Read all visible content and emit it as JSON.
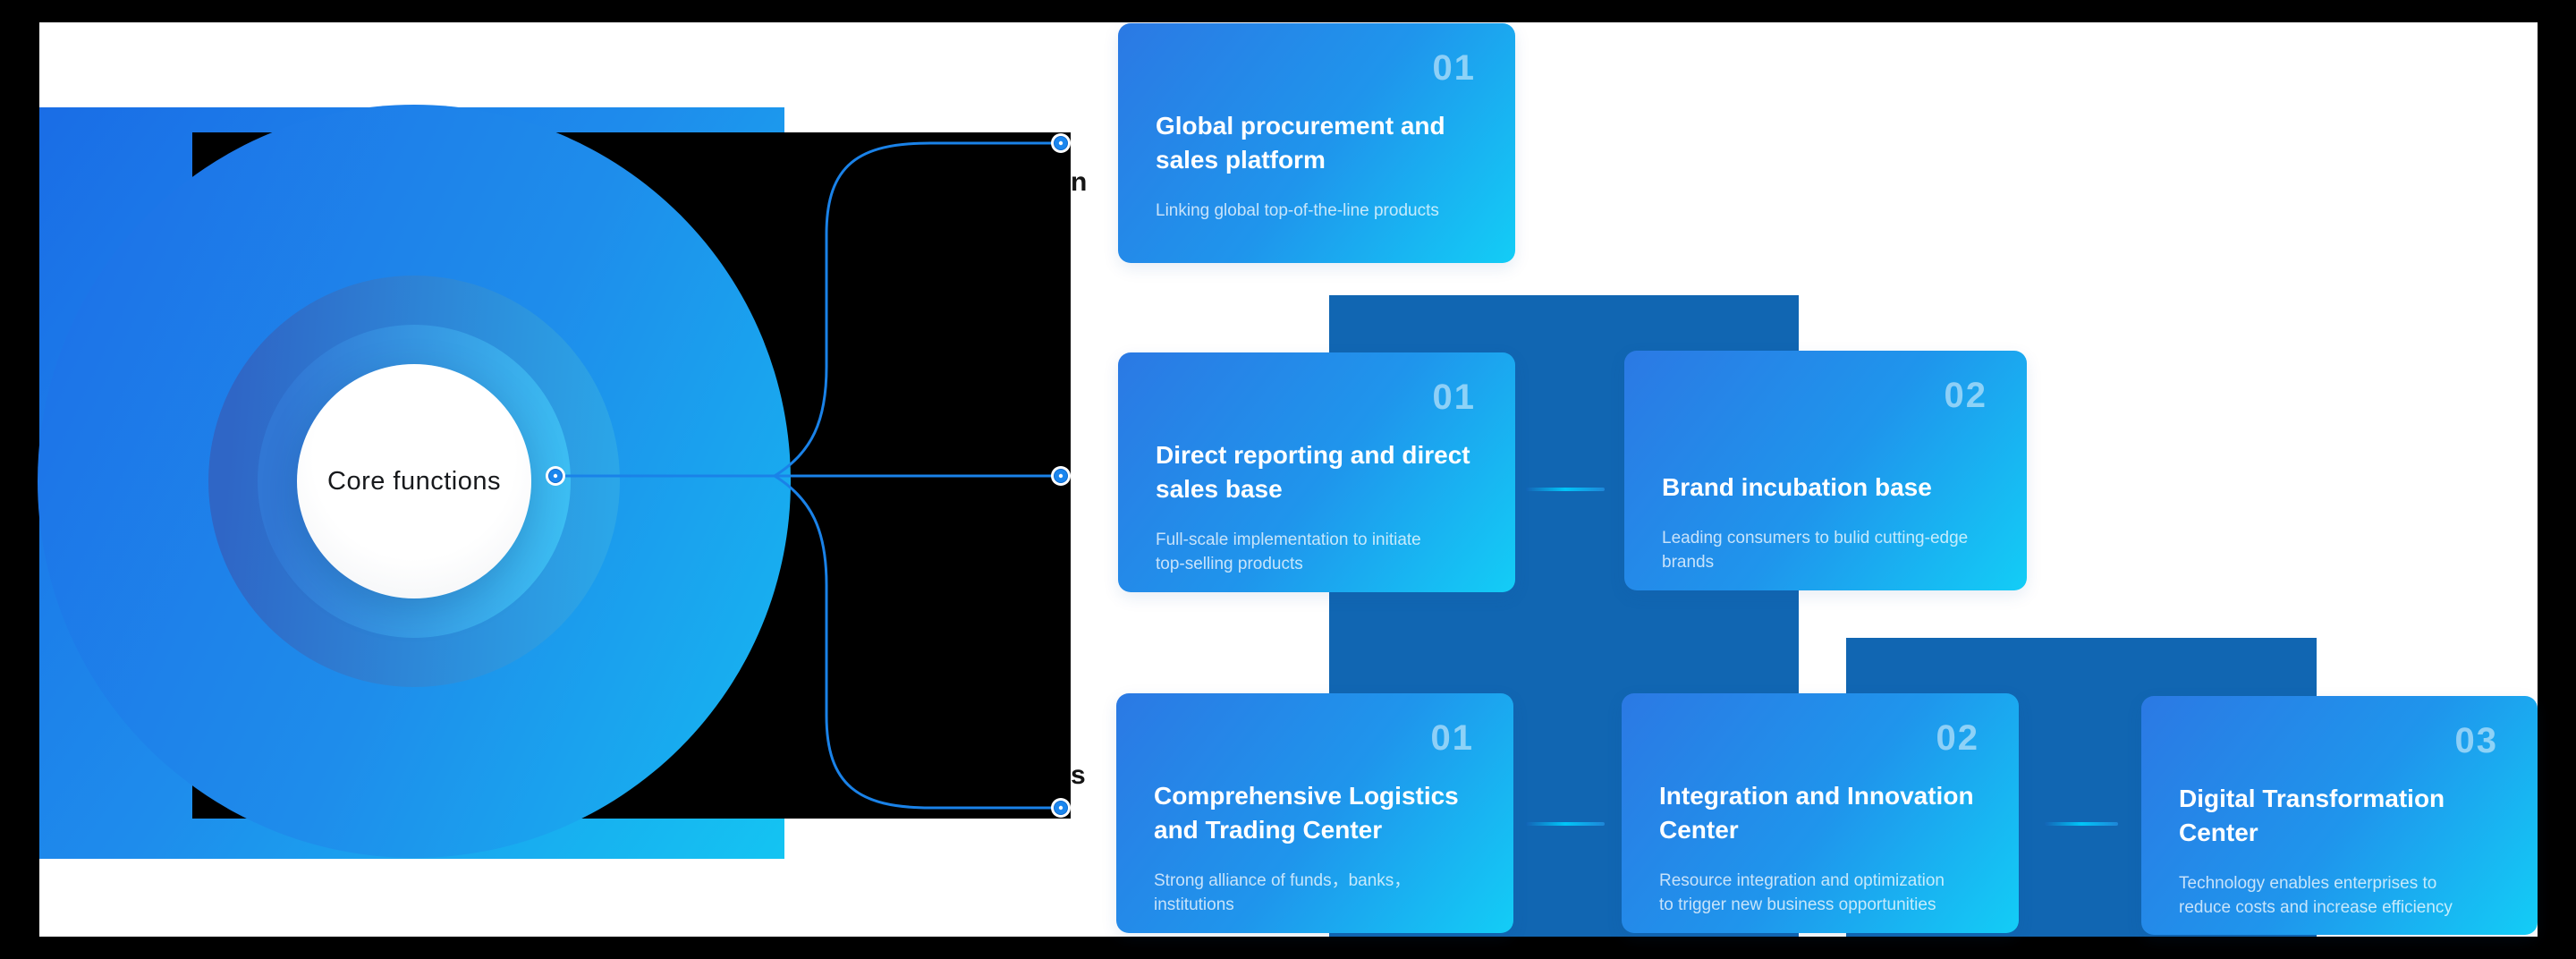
{
  "core": {
    "label": "Core functions"
  },
  "partials": {
    "top": "n",
    "bottom": "s"
  },
  "colors": {
    "frame_black": "#000000",
    "accent_blue": "#1a82e8",
    "card_gradient_start": "#2b79e4",
    "card_gradient_end": "#13cdf6",
    "panel_dark": "#1166b2",
    "connector_cyan": "#00c6f8",
    "ring_dark_blue": "#2f66c6"
  },
  "cards": [
    {
      "number": "01",
      "title_lines": [
        "Global procurement and",
        "sales platform"
      ],
      "subtitle_lines": [
        "Linking global top-of-the-line products"
      ]
    },
    {
      "number": "01",
      "title_lines": [
        "Direct reporting and direct",
        "sales base"
      ],
      "subtitle_lines": [
        "Full-scale implementation to initiate",
        "top-selling products"
      ]
    },
    {
      "number": "02",
      "title_lines": [
        "Brand incubation base"
      ],
      "subtitle_lines": [
        "Leading consumers to bulid cutting-edge",
        "brands"
      ]
    },
    {
      "number": "01",
      "title_lines": [
        "Comprehensive Logistics",
        "and Trading Center"
      ],
      "subtitle_lines": [
        "Strong alliance of funds，banks，",
        "institutions"
      ]
    },
    {
      "number": "02",
      "title_lines": [
        "Integration and Innovation",
        "Center"
      ],
      "subtitle_lines": [
        "Resource integration and optimization",
        "to trigger new business opportunities"
      ]
    },
    {
      "number": "03",
      "title_lines": [
        "Digital Transformation",
        "Center"
      ],
      "subtitle_lines": [
        "Technology enables enterprises to",
        "reduce costs and increase efficiency"
      ]
    }
  ]
}
